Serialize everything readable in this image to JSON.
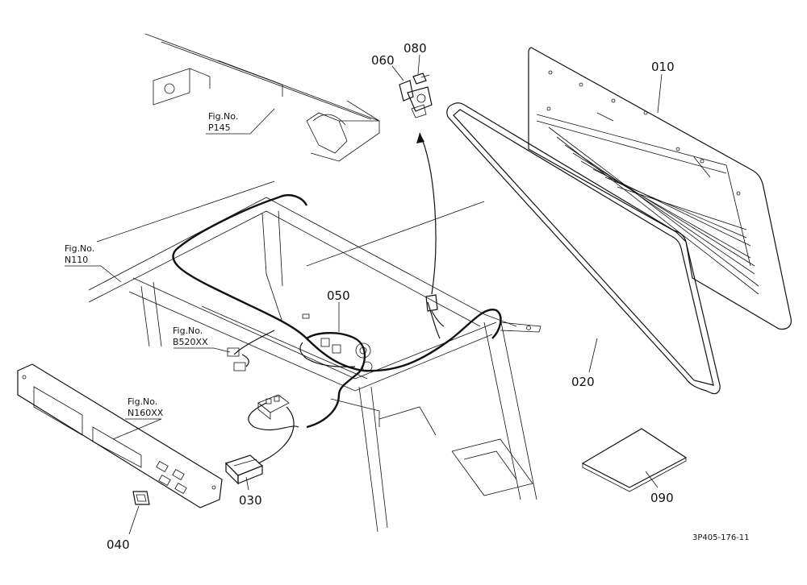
{
  "parts": {
    "p010": "010",
    "p020": "020",
    "p030": "030",
    "p040": "040",
    "p050": "050",
    "p060": "060",
    "p080": "080",
    "p090": "090"
  },
  "figure_refs": {
    "p145": {
      "line1": "Fig.No.",
      "line2": "P145"
    },
    "n110": {
      "line1": "Fig.No.",
      "line2": "N110"
    },
    "b520xx": {
      "line1": "Fig.No.",
      "line2": "B520XX"
    },
    "n160xx": {
      "line1": "Fig.No.",
      "line2": "N160XX"
    }
  },
  "drawing_code": "3P405-176-11"
}
